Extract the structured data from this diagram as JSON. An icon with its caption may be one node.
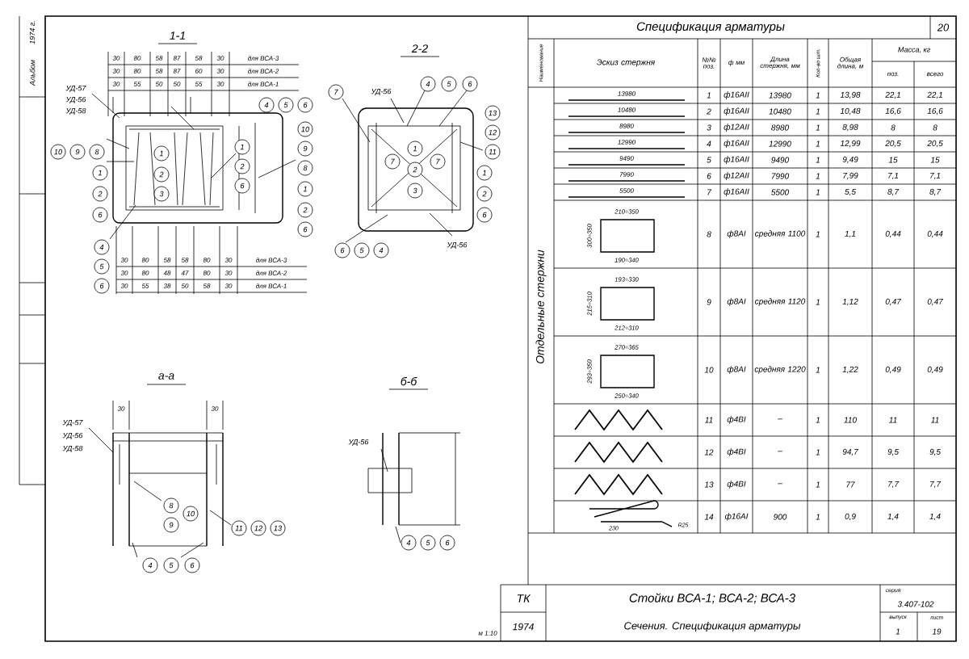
{
  "diagram": {
    "title": "Спецификация арматуры",
    "labels": [
      "1-1",
      "30",
      "80",
      "58",
      "87",
      "58",
      "30",
      "для ВСА-3",
      "30",
      "80",
      "58",
      "87",
      "60",
      "30",
      "для ВСА-2",
      "30",
      "55",
      "50",
      "50",
      "55",
      "30",
      "для ВСА-1",
      "УД-57",
      "УД-56",
      "УД-58",
      "10",
      "9",
      "8",
      "1",
      "2",
      "6",
      "1",
      "2",
      "3",
      "4",
      "5",
      "6",
      "1",
      "2",
      "6",
      "4",
      "5",
      "6",
      "30",
      "80",
      "58",
      "58",
      "80",
      "30",
      "для ВСА-3",
      "30",
      "80",
      "48",
      "47",
      "80",
      "30",
      "для ВСА-2",
      "30",
      "55",
      "38",
      "50",
      "58",
      "30",
      "для ВСА-1",
      "2-2",
      "7",
      "УД-56",
      "4",
      "5",
      "6",
      "13",
      "12",
      "11",
      "10",
      "9",
      "8",
      "1",
      "2",
      "6",
      "7",
      "1",
      "7",
      "2",
      "3",
      "1",
      "2",
      "6",
      "6",
      "5",
      "4",
      "УД-56",
      "а-а",
      "30",
      "30",
      "УД-57",
      "УД-56",
      "УД-58",
      "8",
      "10",
      "9",
      "11",
      "12",
      "13",
      "4",
      "5",
      "6",
      "б-б",
      "УД-56",
      "4",
      "5",
      "6",
      "м 1:10",
      "Альбом",
      "1974 г.",
      "20",
      "Наименование",
      "Эскиз стержня",
      "№№ поз.",
      "ф мм",
      "Длина стержня, мм",
      "Кол-во шт.",
      "Общая длина, м",
      "Масса, кг",
      "поз.",
      "всего",
      "Отдельные стержни",
      "13980",
      "1",
      "ф16АII",
      "13980",
      "1",
      "13,98",
      "22,1",
      "22,1",
      "10480",
      "2",
      "ф16АII",
      "10480",
      "1",
      "10,48",
      "16,6",
      "16,6",
      "8980",
      "3",
      "ф12АII",
      "8980",
      "1",
      "8,98",
      "8",
      "8",
      "12990",
      "4",
      "ф16АII",
      "12990",
      "1",
      "12,99",
      "20,5",
      "20,5",
      "9490",
      "5",
      "ф16АII",
      "9490",
      "1",
      "9,49",
      "15",
      "15",
      "7990",
      "6",
      "ф12АII",
      "7990",
      "1",
      "7,99",
      "7,1",
      "7,1",
      "5500",
      "7",
      "ф16АII",
      "5500",
      "1",
      "5,5",
      "8,7",
      "8,7",
      "210÷350",
      "300÷350",
      "190÷340",
      "8",
      "ф8АI",
      "средняя 1100",
      "1",
      "1,1",
      "0,44",
      "0,44",
      "193÷330",
      "215÷310",
      "212÷310",
      "9",
      "ф8АI",
      "средняя 1120",
      "1",
      "1,12",
      "0,47",
      "0,47",
      "270÷365",
      "293÷350",
      "250÷340",
      "10",
      "ф8АI",
      "средняя 1220",
      "1",
      "1,22",
      "0,49",
      "0,49",
      "11",
      "ф4ВI",
      "–",
      "1",
      "110",
      "11",
      "11",
      "12",
      "ф4ВI",
      "–",
      "1",
      "94,7",
      "9,5",
      "9,5",
      "13",
      "ф4ВI",
      "–",
      "1",
      "77",
      "7,7",
      "7,7",
      "230",
      "R25",
      "14",
      "ф16АI",
      "900",
      "1",
      "0,9",
      "1,4",
      "1,4",
      "ТК",
      "1974",
      "Стойки ВСА-1; ВСА-2; ВСА-3",
      "Сечения. Спецификация арматуры",
      "серия",
      "3.407-102",
      "выпуск",
      "лист",
      "1",
      "19"
    ]
  }
}
